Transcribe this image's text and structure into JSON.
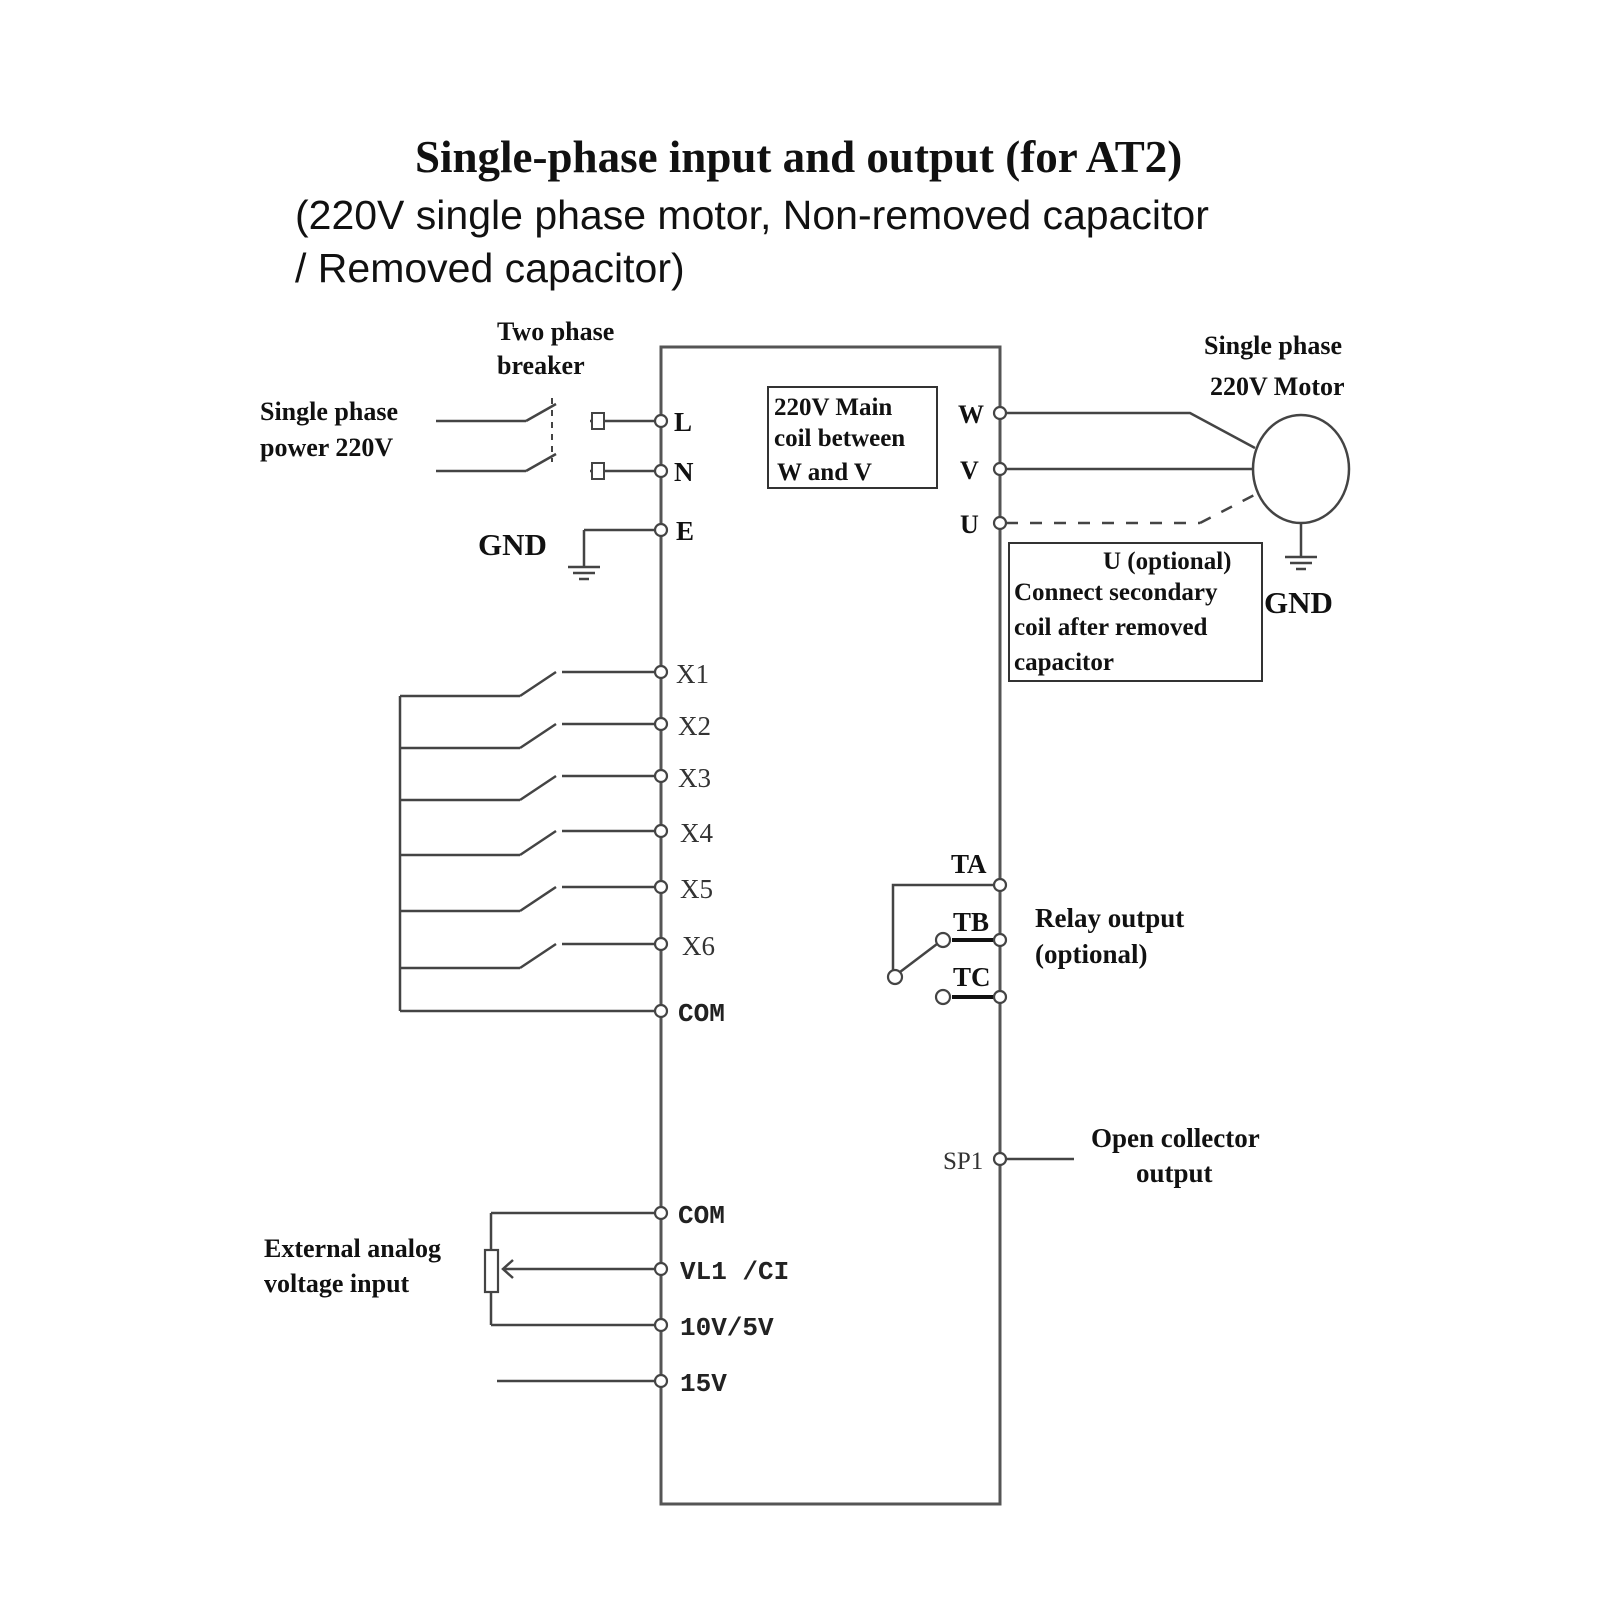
{
  "title": "Single-phase input and output (for AT2)",
  "subtitle_line1": "(220V single phase motor, Non-removed capacitor",
  "subtitle_line2": "/ Removed capacitor)",
  "labels": {
    "breaker_l1": "Two phase",
    "breaker_l2": "breaker",
    "power_l1": "Single phase",
    "power_l2": "power 220V",
    "gnd_left": "GND",
    "motor_l1": "Single phase",
    "motor_l2": "220V Motor",
    "gnd_right": "GND",
    "main_coil_l1": "220V Main",
    "main_coil_l2": "coil between",
    "main_coil_l3": "W and V",
    "uopt_l1": "U (optional)",
    "uopt_l2": "Connect secondary",
    "uopt_l3": "coil after removed",
    "uopt_l4": "capacitor",
    "relay_l1": "Relay output",
    "relay_l2": "(optional)",
    "oc_l1": "Open collector",
    "oc_l2": "output",
    "analog_l1": "External analog",
    "analog_l2": "voltage input"
  },
  "terminals": {
    "L": "L",
    "N": "N",
    "E": "E",
    "X1": "X1",
    "X2": "X2",
    "X3": "X3",
    "X4": "X4",
    "X5": "X5",
    "X6": "X6",
    "COM1": "COM",
    "COM2": "COM",
    "VL1": "VL1 /CI",
    "V10": "10V/5V",
    "V15": "15V",
    "W": "W",
    "V": "V",
    "U": "U",
    "TA": "TA",
    "TB": "TB",
    "TC": "TC",
    "SP1": "SP1"
  },
  "icons": {
    "breaker": "switch-icon",
    "ground": "ground-icon",
    "motor": "motor-icon",
    "potentiometer": "potentiometer-icon",
    "relay": "relay-contact-icon"
  }
}
